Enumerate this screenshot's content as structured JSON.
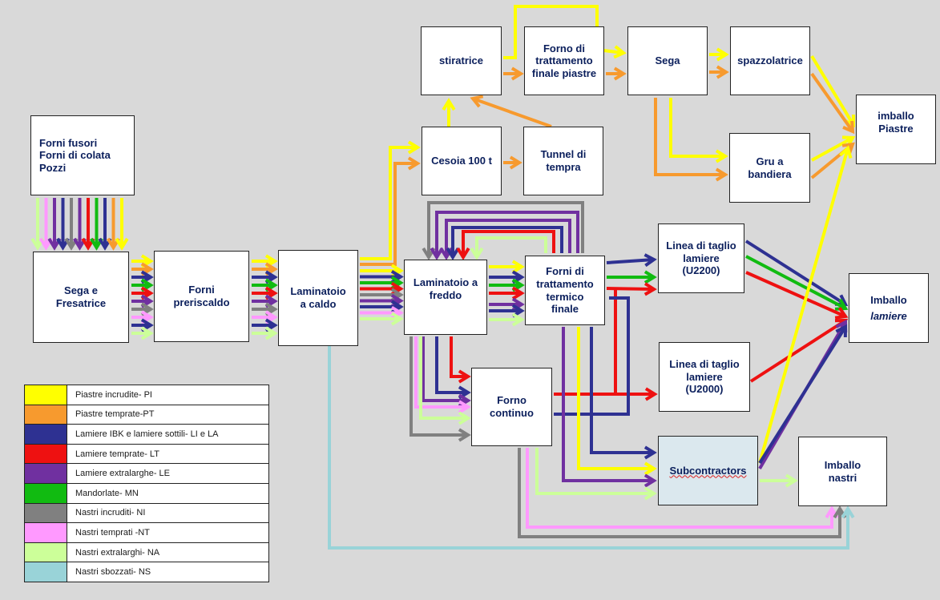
{
  "colors": {
    "PI": "#ffff00",
    "PT": "#f79a2e",
    "LI": "#2e3192",
    "LT": "#ee1111",
    "LE": "#7030a0",
    "MN": "#11bb11",
    "NI": "#808080",
    "NT": "#ff99ff",
    "NA": "#ccff99",
    "NS": "#99d3d8"
  },
  "nodes": {
    "forni_fusori": "Forni fusori\nForni di colata\nPozzi",
    "sega_fresatrice": "Sega e\nFresatrice",
    "forni_preriscaldo": "Forni\npreriscaldo",
    "laminatoio_caldo": "Laminatoio\na caldo",
    "laminatoio_freddo": "Laminatoio a\nfreddo",
    "forni_trattamento_termico": "Forni di\ntrattamento\ntermico\nfinale",
    "forno_continuo": "Forno\ncontinuo",
    "stiratrice": "stiratrice",
    "forno_finale_piastre": "Forno di\ntrattamento\nfinale piastre",
    "sega": "Sega",
    "spazzolatrice": "spazzolatrice",
    "cesoia": "Cesoia 100 t",
    "tunnel": "Tunnel di\ntempra",
    "gru": "Gru a\nbandiera",
    "imballo_piastre": "imballo\nPiastre",
    "linea_u2200": "Linea di taglio\nlamiere\n(U2200)",
    "linea_u2000": "Linea di taglio\nlamiere\n(U2000)",
    "imballo_lamiere_1": "Imballo",
    "imballo_lamiere_2": "lamiere",
    "subcontractors": "Subcontractors",
    "imballo_nastri": "Imballo\nnastri"
  },
  "legend": [
    {
      "key": "PI",
      "label": "Piastre incrudite- PI"
    },
    {
      "key": "PT",
      "label": "Piastre temprate-PT"
    },
    {
      "key": "LI",
      "label": "Lamiere IBK e lamiere sottili- LI e LA"
    },
    {
      "key": "LT",
      "label": "Lamiere temprate- LT"
    },
    {
      "key": "LE",
      "label": "Lamiere extralarghe- LE"
    },
    {
      "key": "MN",
      "label": "Mandorlate- MN"
    },
    {
      "key": "NI",
      "label": "Nastri incruditi- NI"
    },
    {
      "key": "NT",
      "label": "Nastri temprati -NT"
    },
    {
      "key": "NA",
      "label": "Nastri extralarghi- NA"
    },
    {
      "key": "NS",
      "label": "Nastri sbozzati- NS"
    }
  ]
}
